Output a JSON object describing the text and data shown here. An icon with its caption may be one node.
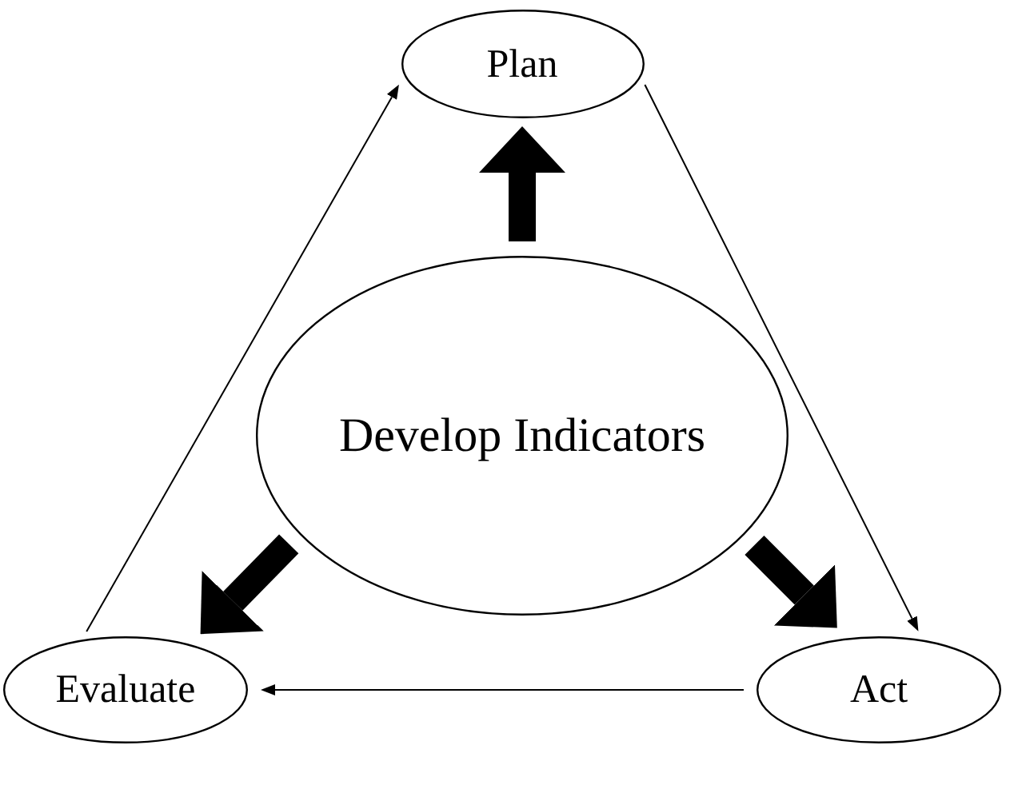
{
  "diagram": {
    "nodes": [
      {
        "text": [
          "Plan"
        ]
      },
      {
        "text": [
          "Develop Indicators"
        ]
      },
      {
        "text": [
          "Evaluate"
        ]
      },
      {
        "text": [
          "Act"
        ]
      }
    ],
    "edges": [
      {
        "from": 0,
        "to": 3,
        "arrow": "to"
      },
      {
        "from": 3,
        "to": 2,
        "arrow": "to"
      },
      {
        "from": 2,
        "to": 0,
        "arrow": "to"
      },
      {
        "from": 1,
        "to": 0,
        "arrow": "to",
        "style": "thick"
      },
      {
        "from": 1,
        "to": 2,
        "arrow": "to",
        "style": "thick"
      },
      {
        "from": 1,
        "to": 3,
        "arrow": "to",
        "style": "thick"
      }
    ]
  }
}
